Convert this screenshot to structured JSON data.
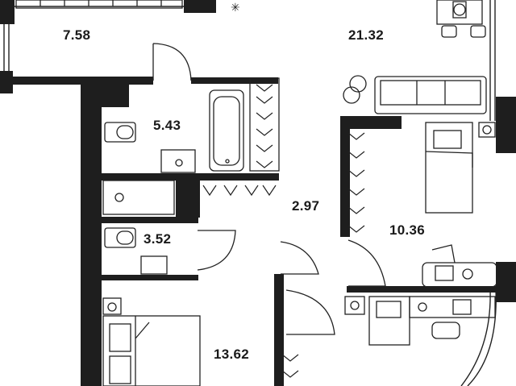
{
  "plan": {
    "rooms": [
      {
        "id": "loggia",
        "area": "7.58"
      },
      {
        "id": "living-room",
        "area": "21.32"
      },
      {
        "id": "bathroom-main",
        "area": "5.43"
      },
      {
        "id": "bathroom-second",
        "area": "3.52"
      },
      {
        "id": "hallway",
        "area": "2.97"
      },
      {
        "id": "bedroom-small",
        "area": "10.36"
      },
      {
        "id": "bedroom-large",
        "area": "13.62"
      }
    ],
    "colors": {
      "wall": "#1e1e1e",
      "line": "#222222",
      "fill": "#ffffff"
    }
  }
}
